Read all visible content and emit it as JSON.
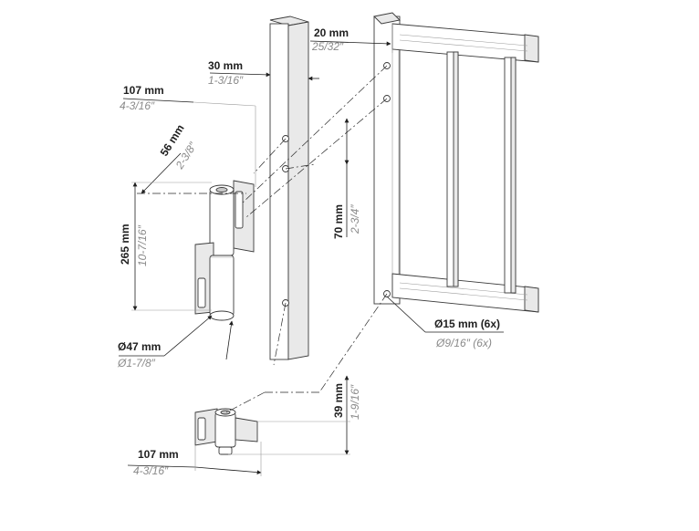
{
  "dimensions": {
    "gate_offset": {
      "mm": "20 mm",
      "inch": "25/32″"
    },
    "post_width": {
      "mm": "30 mm",
      "inch": "1-3/16″"
    },
    "hinge_top_projection": {
      "mm": "107 mm",
      "inch": "4-3/16″"
    },
    "hinge_depth": {
      "mm": "56 mm",
      "inch": "2-3/8″"
    },
    "hinge_height": {
      "mm": "265 mm",
      "inch": "10-7/16″"
    },
    "hinge_diameter": {
      "mm": "Ø47 mm",
      "inch": "Ø1-7/8″"
    },
    "hole_spacing": {
      "mm": "70 mm",
      "inch": "2-3/4″"
    },
    "hole_diameter": {
      "mm": "Ø15 mm (6x)",
      "inch": "Ø9/16″ (6x)"
    },
    "bottom_height": {
      "mm": "39 mm",
      "inch": "1-9/16″"
    },
    "bottom_projection": {
      "mm": "107 mm",
      "inch": "4-3/16″"
    }
  },
  "colors": {
    "line": "#1f1f1f",
    "inch_text": "#8a8a8a",
    "part_fill": "#ffffff",
    "shade": "#e9e9e9"
  }
}
